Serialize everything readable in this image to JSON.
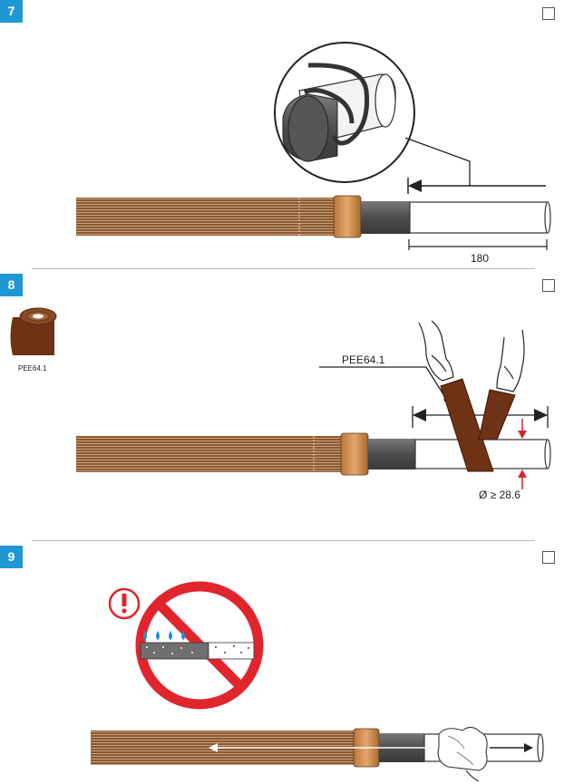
{
  "steps": [
    {
      "number": "7",
      "dimension_label": "180"
    },
    {
      "number": "8",
      "product_label": "PEE64.1",
      "callout_label": "PEE64.1",
      "diameter_label": "Ø ≥ 28.6"
    },
    {
      "number": "9"
    }
  ],
  "colors": {
    "badge": "#1f97d3",
    "pipe_brown": "#8a5a33",
    "tape_grey": "#5a5a5a",
    "prohibition_red": "#e0262c",
    "arrow_red": "#d4232a"
  },
  "icons": [
    "checkbox-icon",
    "tape-roll-icon",
    "hand-icon",
    "prohibition-icon",
    "warning-icon",
    "water-drop-icon"
  ]
}
